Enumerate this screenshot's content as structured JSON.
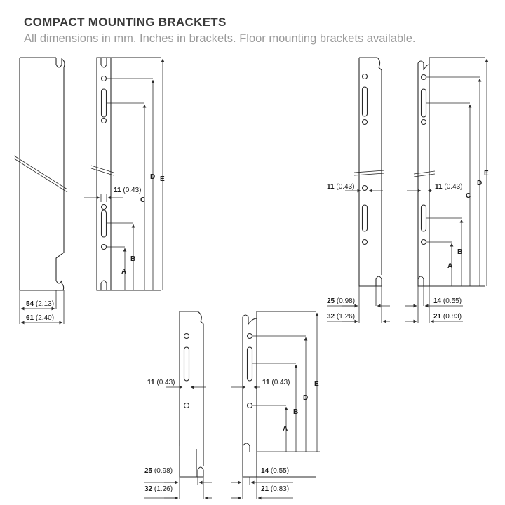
{
  "header": {
    "title": "COMPACT MOUNTING BRACKETS",
    "subtitle": "All dimensions in mm. Inches in brackets. Floor mounting brackets available."
  },
  "labels": {
    "A": "A",
    "B": "B",
    "C": "C",
    "D": "D",
    "E": "E"
  },
  "dimensions": {
    "d11": {
      "mm": "11",
      "in": "(0.43)"
    },
    "d14": {
      "mm": "14",
      "in": "(0.55)"
    },
    "d21": {
      "mm": "21",
      "in": "(0.83)"
    },
    "d25": {
      "mm": "25",
      "in": "(0.98)"
    },
    "d32": {
      "mm": "32",
      "in": "(1.26)"
    },
    "d54": {
      "mm": "54",
      "in": "(2.13)"
    },
    "d61": {
      "mm": "61",
      "in": "(2.40)"
    }
  }
}
